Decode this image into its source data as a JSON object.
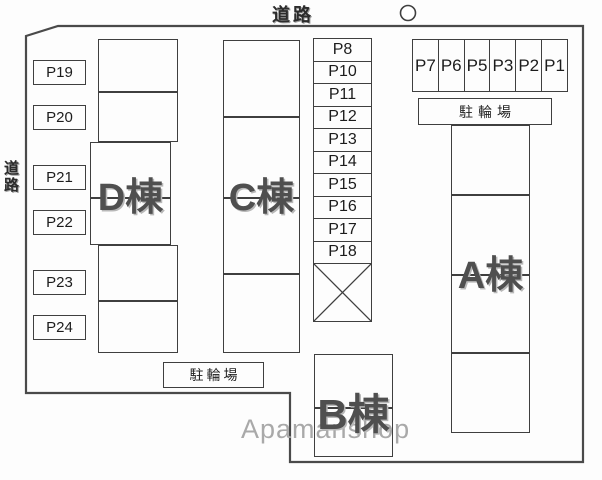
{
  "roads": {
    "top": "道路",
    "left": "道路"
  },
  "watermark": "Apamanshop",
  "bike_parking": {
    "top_label": "駐輪場",
    "bottom_label": "駐輪場"
  },
  "buildings": {
    "a": "A棟",
    "b": "B棟",
    "c": "C棟",
    "d": "D棟"
  },
  "parking": {
    "row_top": [
      "P7",
      "P6",
      "P5",
      "P3",
      "P2",
      "P1"
    ],
    "column_middle": [
      "P8",
      "P10",
      "P11",
      "P12",
      "P13",
      "P14",
      "P15",
      "P16",
      "P17",
      "P18"
    ],
    "column_left": [
      "P19",
      "P20",
      "P21",
      "P22",
      "P23",
      "P24"
    ]
  },
  "colors": {
    "line": "#3f3f3f",
    "building_label": "#4f4f4f",
    "watermark": "#a9a9a9"
  }
}
